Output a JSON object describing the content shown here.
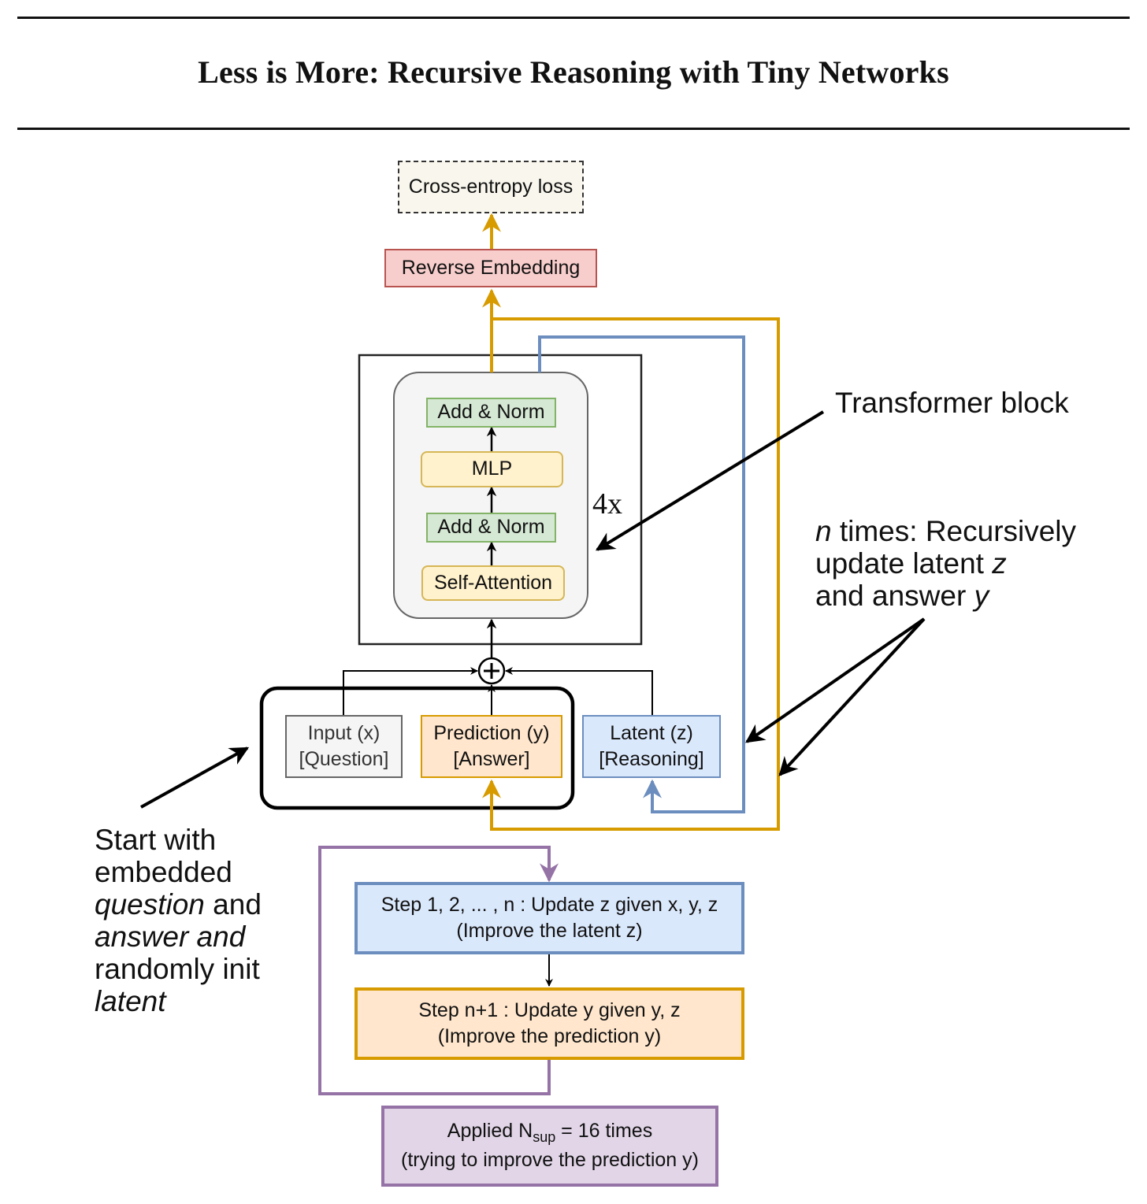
{
  "title": "Less is More: Recursive Reasoning with Tiny Networks",
  "colors": {
    "orange_line": "#D79B00",
    "blue_line": "#6C8EBF",
    "purple_line": "#9673A6",
    "black": "#000000"
  },
  "nodes": {
    "loss": "Cross-entropy loss",
    "reverse_embedding": "Reverse Embedding",
    "add_norm_top": "Add & Norm",
    "mlp": "MLP",
    "add_norm_bottom": "Add & Norm",
    "self_attention": "Self-Attention",
    "repeat_label": "4x",
    "input_line1": "Input (x)",
    "input_line2": "[Question]",
    "prediction_line1": "Prediction (y)",
    "prediction_line2": "[Answer]",
    "latent_line1": "Latent (z)",
    "latent_line2": "[Reasoning]",
    "step_z_line1": "Step 1, 2, ... , n : Update z given x, y, z",
    "step_z_line2": "(Improve the latent z)",
    "step_y_line1": "Step n+1 : Update y given y, z",
    "step_y_line2": "(Improve the prediction y)",
    "applied_prefix": "Applied N",
    "applied_sub": "sup",
    "applied_suffix": " = 16 times",
    "applied_line2": "(trying to improve the prediction y)"
  },
  "annotations": {
    "transformer_block": "Transformer block",
    "recursion": {
      "n": "n",
      "line1_rest": " times: Recursively",
      "line2_pre": "update latent ",
      "z": "z",
      "line3_pre": "and answer ",
      "y": "y"
    },
    "start": {
      "line1": "Start with",
      "line2": "embedded",
      "line3_italic": "question",
      "line3_rest": " and",
      "line4_italic": "answer and",
      "line5": "randomly init",
      "line6_italic": "latent"
    }
  }
}
